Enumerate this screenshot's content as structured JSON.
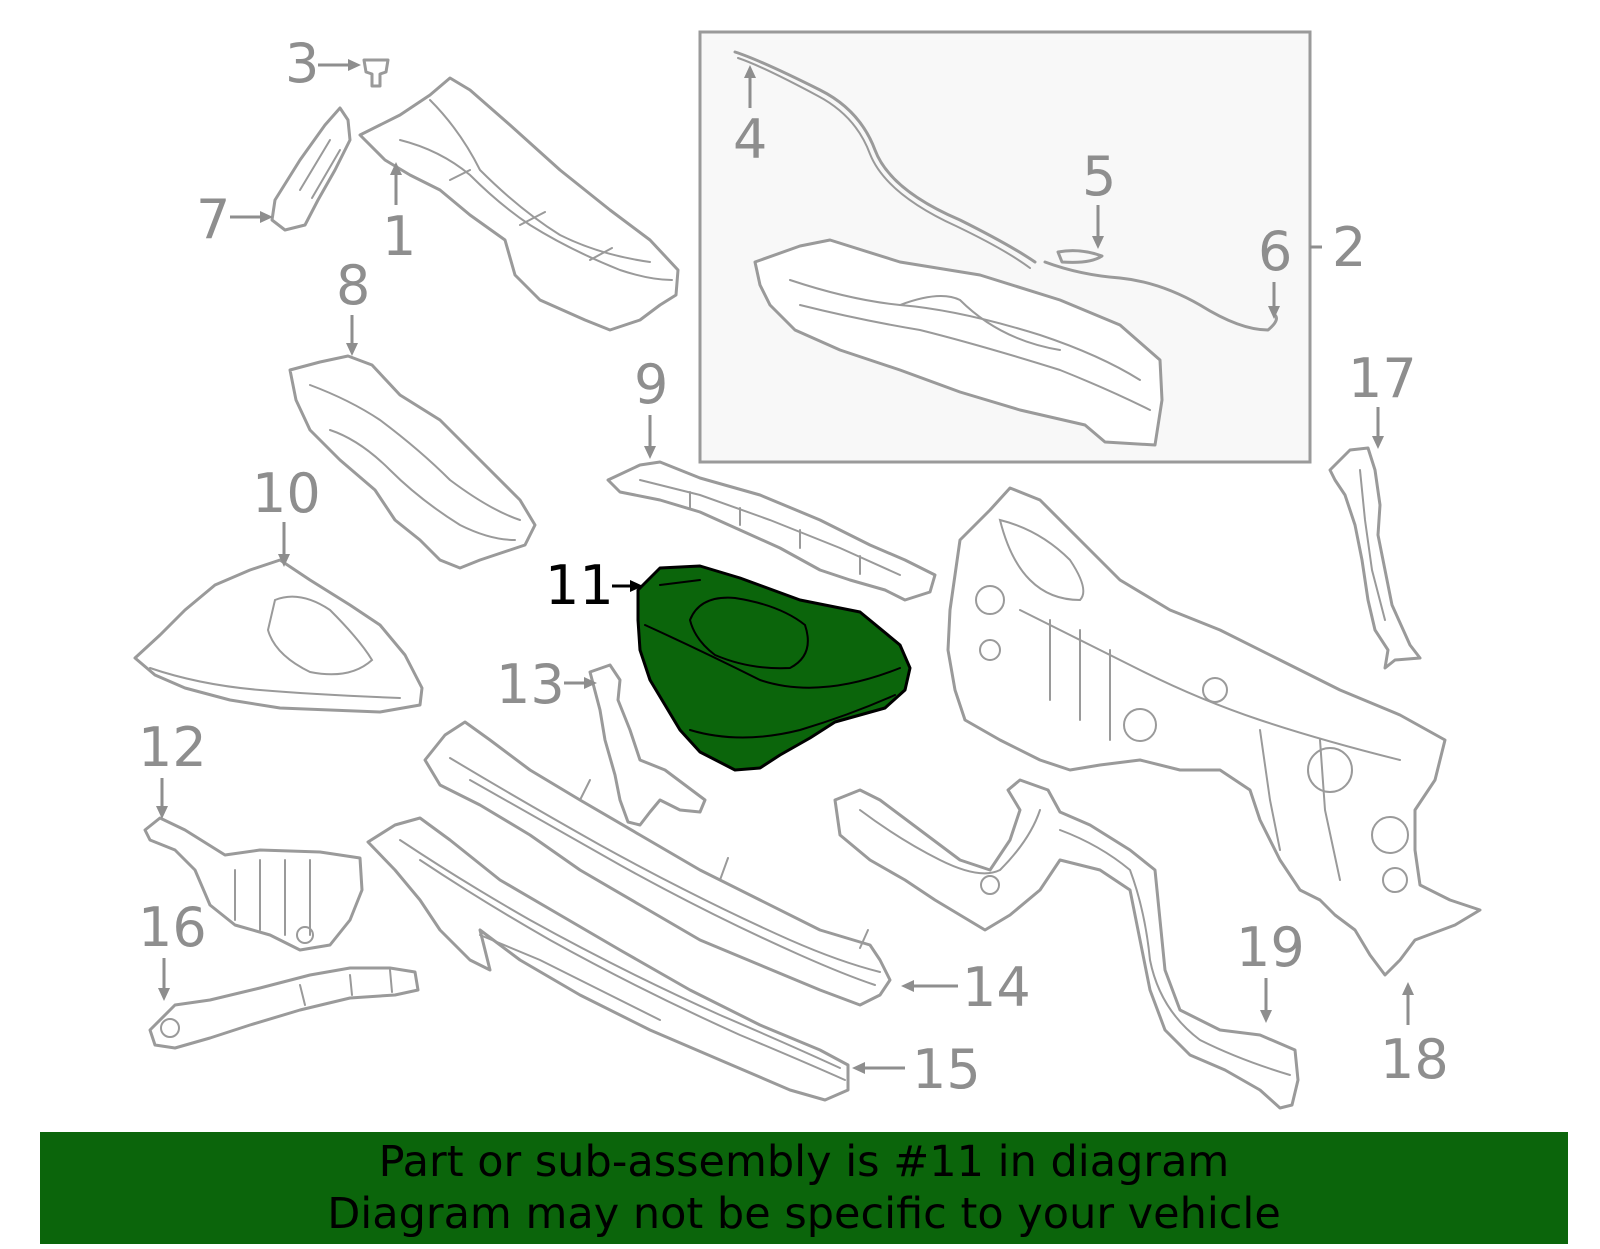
{
  "diagram": {
    "highlight_color": "#0b650b",
    "part_stroke_color": "#9a9a9a",
    "highlighted_part": "11",
    "callouts": {
      "c1": "1",
      "c2": "2",
      "c3": "3",
      "c4": "4",
      "c5": "5",
      "c6": "6",
      "c7": "7",
      "c8": "8",
      "c9": "9",
      "c10": "10",
      "c11": "11",
      "c12": "12",
      "c13": "13",
      "c14": "14",
      "c15": "15",
      "c16": "16",
      "c17": "17",
      "c18": "18",
      "c19": "19"
    }
  },
  "banner": {
    "line1": "Part or sub-assembly is #11 in diagram",
    "line2": "Diagram may not be specific to your vehicle",
    "background": "#0b650b"
  }
}
